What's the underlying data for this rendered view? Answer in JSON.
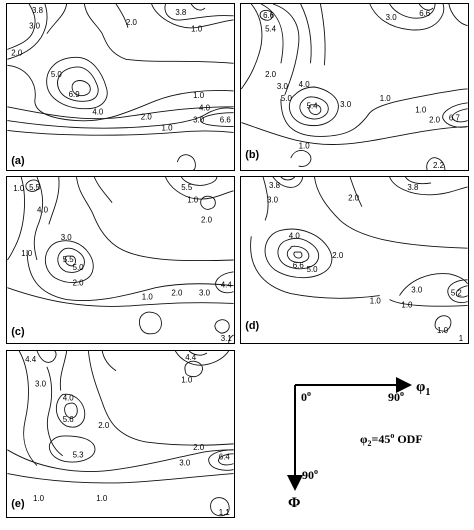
{
  "panels": [
    {
      "id": "a",
      "label": "(a)",
      "values": [
        "3.8",
        "3.0",
        "2.0",
        "3.8",
        "1.0",
        "2.0",
        "5.0",
        "6.9",
        "4.0",
        "1.0",
        "2.0",
        "4.0",
        "3.0",
        "1.0",
        "6.6"
      ]
    },
    {
      "id": "b",
      "label": "(b)",
      "values": [
        "6.6",
        "5.4",
        "3.0",
        "6.6",
        "2.0",
        "3.0",
        "4.0",
        "5.0",
        "5.4",
        "1.0",
        "1.0",
        "3.0",
        "2.0",
        "6.7",
        "1.0",
        "2.2"
      ]
    },
    {
      "id": "c",
      "label": "(c)",
      "values": [
        "1.0",
        "5.5",
        "5.5",
        "4.0",
        "1.0",
        "2.0",
        "3.0",
        "1.0",
        "5.5",
        "5.0",
        "2.0",
        "1.0",
        "2.0",
        "3.0",
        "4.4",
        "3.1"
      ]
    },
    {
      "id": "d",
      "label": "(d)",
      "values": [
        "3.8",
        "3.0",
        "2.0",
        "3.8",
        "4.0",
        "6.6",
        "5.0",
        "2.0",
        "1.0",
        "3.0",
        "5.2",
        "1.0",
        "1.0",
        "1"
      ]
    },
    {
      "id": "e",
      "label": "(e)",
      "values": [
        "4.4",
        "4.4",
        "1.0",
        "3.0",
        "4.0",
        "5.6",
        "2.0",
        "5.3",
        "2.0",
        "3.0",
        "6.4",
        "1.0",
        "1.0",
        "1.1"
      ]
    }
  ],
  "legend": {
    "origin_label": "0",
    "origin_sup": "o",
    "x_tick_label": "90",
    "x_tick_sup": "o",
    "x_axis_symbol": "φ",
    "x_axis_sub": "1",
    "y_tick_label": "90",
    "y_tick_sup": "o",
    "y_axis_symbol": "Φ",
    "caption_symbol": "φ",
    "caption_sub": "2",
    "caption_value": "=45",
    "caption_sup": "o",
    "caption_tail": " ODF"
  }
}
